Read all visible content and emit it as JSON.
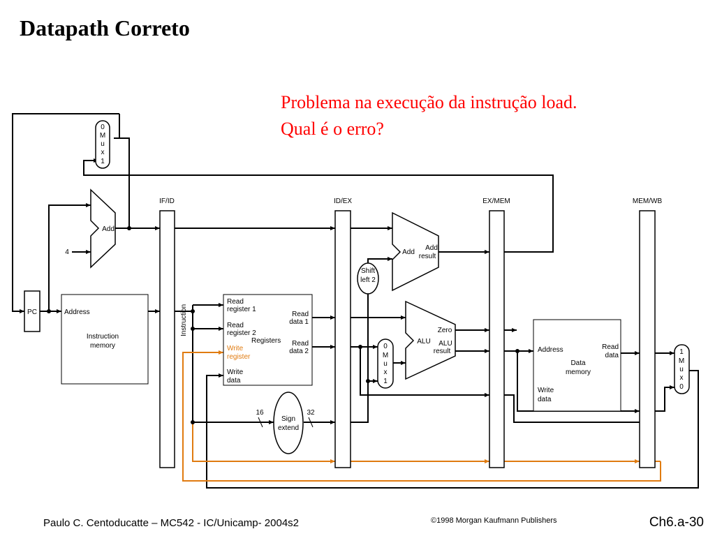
{
  "title": "Datapath Correto",
  "question": [
    "Problema na execução da instrução load.",
    "Qual é o erro?"
  ],
  "footer": {
    "left": "Paulo C. Centoducatte – MC542 - IC/Unicamp- 2004s2",
    "center": "©1998 Morgan Kaufmann Publishers",
    "right": "Ch6.a-30"
  },
  "colors": {
    "highlight": "#e07b10",
    "question": "#ff0000"
  },
  "pipeline_registers": [
    "IF/ID",
    "ID/EX",
    "EX/MEM",
    "MEM/WB"
  ],
  "labels": {
    "mux_top": [
      "0",
      "M",
      "u",
      "x",
      "1"
    ],
    "add_pc": "Add",
    "const_four": "4",
    "pc": "PC",
    "address": "Address",
    "imem": [
      "Instruction",
      "memory"
    ],
    "instruction": "Instruction",
    "read_reg1": [
      "Read",
      "register 1"
    ],
    "read_reg2": [
      "Read",
      "register 2"
    ],
    "write_reg": [
      "Write",
      "register"
    ],
    "write_data": [
      "Write",
      "data"
    ],
    "registers": "Registers",
    "read_data1": [
      "Read",
      "data 1"
    ],
    "read_data2": [
      "Read",
      "data 2"
    ],
    "shift": [
      "Shift",
      "left 2"
    ],
    "add_branch": "Add",
    "add_result": [
      "Add",
      "result"
    ],
    "alu_mux": [
      "0",
      "M",
      "u",
      "x",
      "1"
    ],
    "alu": "ALU",
    "zero": "Zero",
    "alu_result": [
      "ALU",
      "result"
    ],
    "sign_extend": [
      "Sign",
      "extend"
    ],
    "bits_16": "16",
    "bits_32": "32",
    "dmem_address": "Address",
    "dmem_read_data": [
      "Read",
      "data"
    ],
    "dmem": [
      "Data",
      "memory"
    ],
    "dmem_write_data": [
      "Write",
      "data"
    ],
    "wb_mux": [
      "1",
      "M",
      "u",
      "x",
      "0"
    ]
  }
}
